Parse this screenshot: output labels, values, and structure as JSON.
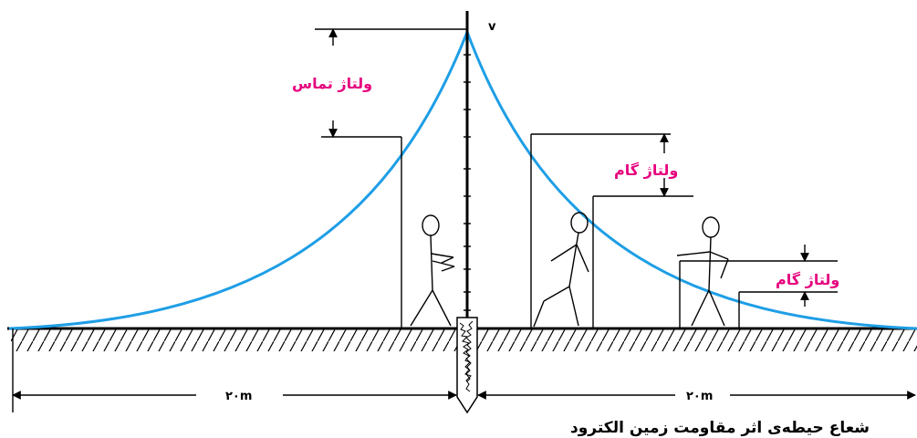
{
  "labels": {
    "touch_voltage": "ولتاژ تماس",
    "step_voltage_1": "ولتاژ گام",
    "step_voltage_2": "ولتاژ گام",
    "peak": "v",
    "left_distance": "۲۰m",
    "right_distance": "۲۰m",
    "caption": "شعاع حیطه‌ی اثر مقاومت زمین الکترود"
  },
  "colors": {
    "curve": "#1e9ee6",
    "label": "#e6007e",
    "ink": "#000000"
  }
}
